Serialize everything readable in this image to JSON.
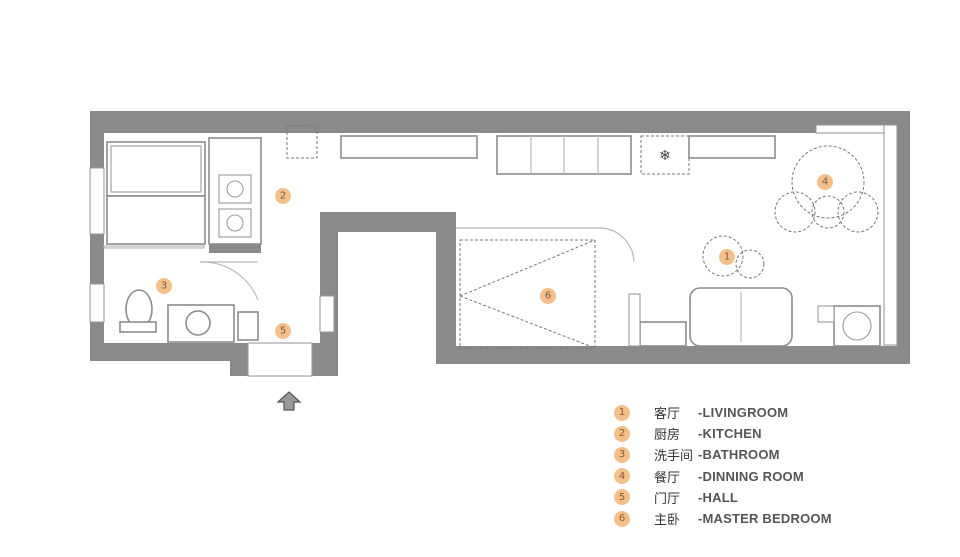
{
  "legend": [
    {
      "num": "1",
      "cn": "客厅",
      "en": "-LIVINGROOM"
    },
    {
      "num": "2",
      "cn": "厨房",
      "en": "-KITCHEN"
    },
    {
      "num": "3",
      "cn": "洗手间",
      "en": "-BATHROOM"
    },
    {
      "num": "4",
      "cn": "餐厅",
      "en": "-DINNING ROOM"
    },
    {
      "num": "5",
      "cn": "门厅",
      "en": "-HALL"
    },
    {
      "num": "6",
      "cn": "主卧",
      "en": "-MASTER BEDROOM"
    }
  ],
  "markers": [
    "1",
    "2",
    "3",
    "4",
    "5",
    "6"
  ],
  "colors": {
    "wall": "#8a8a8a",
    "badge": "#f4c08a",
    "line": "#8c8c8c"
  },
  "icons": {
    "entry": "up-arrow-icon"
  }
}
